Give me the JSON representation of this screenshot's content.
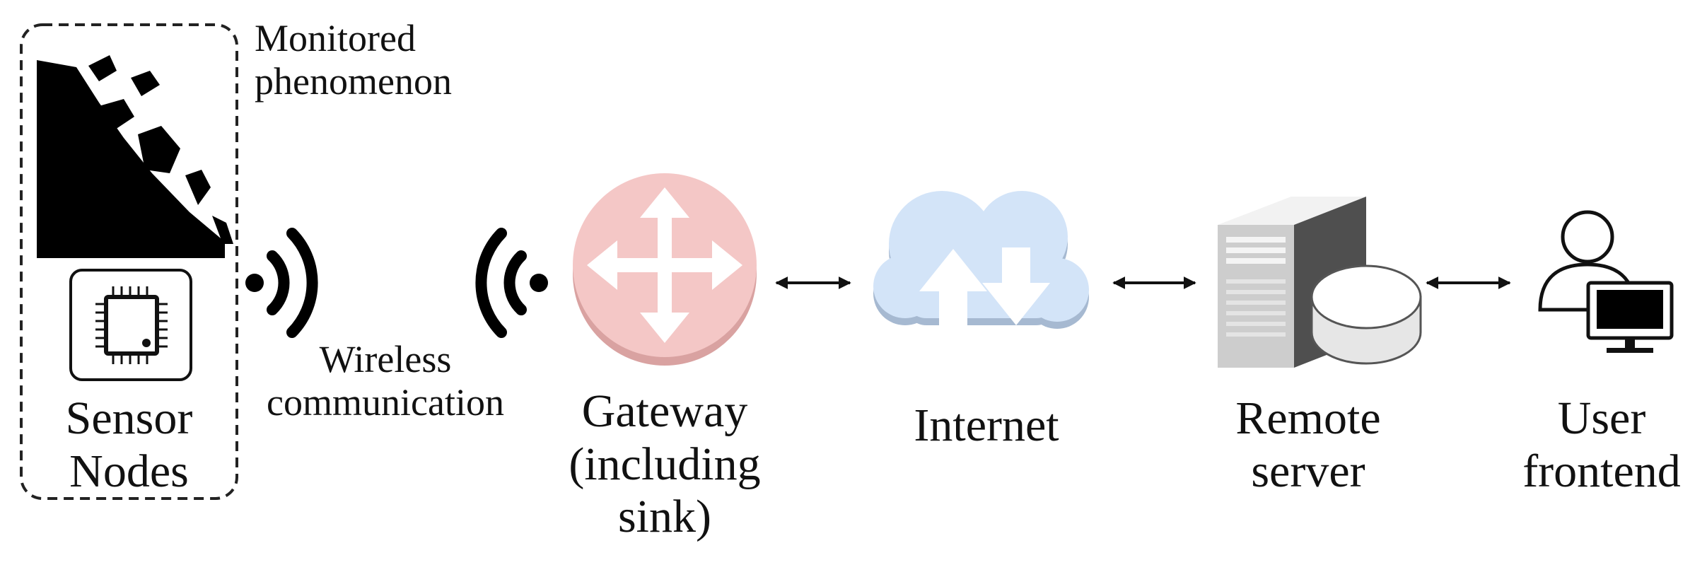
{
  "labels": {
    "monitored": [
      "Monitored",
      "phenomenon"
    ],
    "sensor": [
      "Sensor",
      "Nodes"
    ],
    "wireless": [
      "Wireless",
      "communication"
    ],
    "gateway": [
      "Gateway",
      "(including",
      "sink)"
    ],
    "internet": [
      "Internet"
    ],
    "server": [
      "Remote",
      "server"
    ],
    "user": [
      "User",
      "frontend"
    ]
  },
  "icons": [
    "landslide-icon",
    "microchip-icon",
    "wireless-signal-icon",
    "router-icon",
    "cloud-icon",
    "server-icon",
    "database-icon",
    "user-icon",
    "monitor-icon"
  ],
  "colors": {
    "router": "#f4c7c6",
    "cloud": "#d3e4f8",
    "server": "#cfcfcf"
  }
}
